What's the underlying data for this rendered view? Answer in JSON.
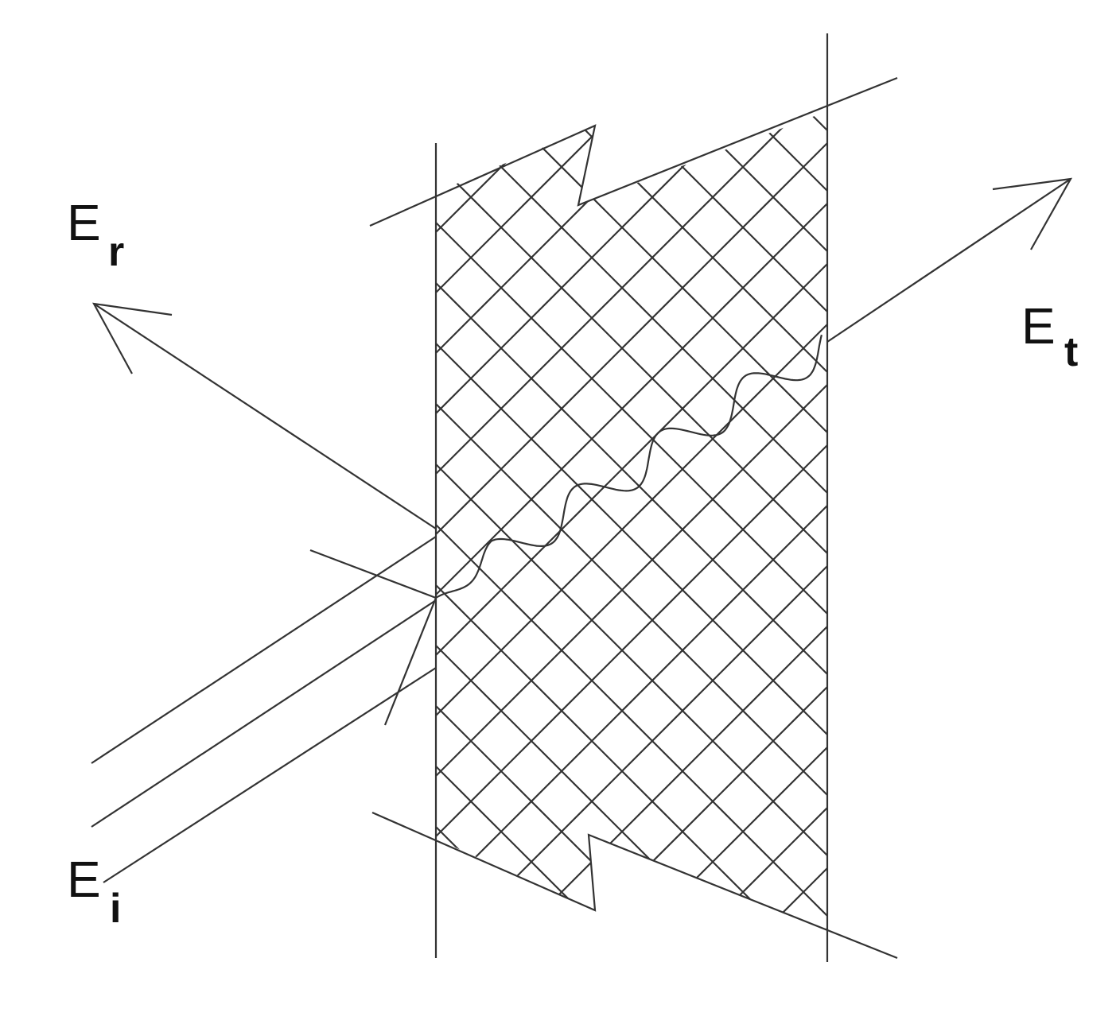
{
  "labels": {
    "reflected": {
      "main": "E",
      "sub": "r"
    },
    "transmitted": {
      "main": "E",
      "sub": "t"
    },
    "incident": {
      "main": "E",
      "sub": "i"
    }
  },
  "colors": {
    "stroke": "#333333",
    "text": "#111111",
    "background": "#ffffff"
  }
}
